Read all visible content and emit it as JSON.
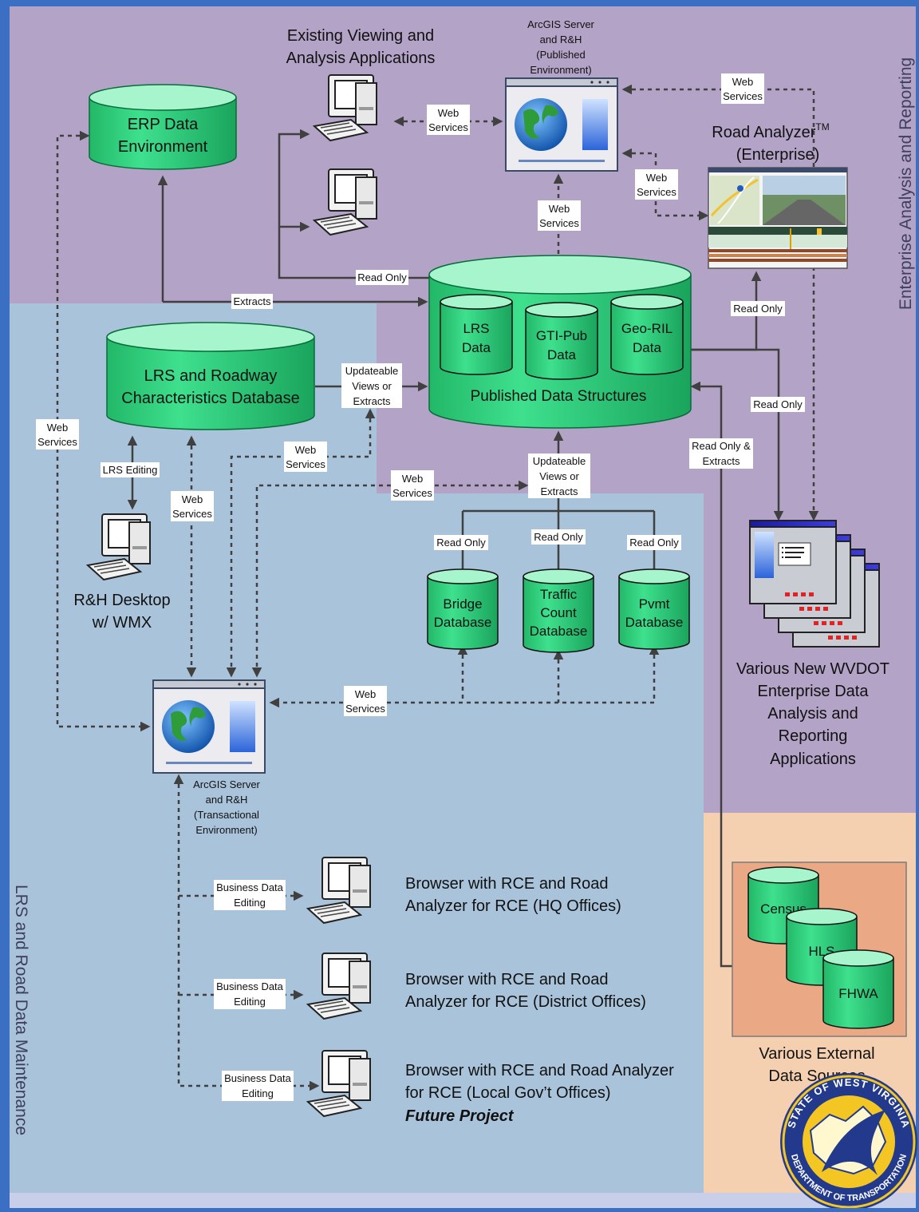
{
  "regions": {
    "enterprise": "Enterprise Analysis and Reporting",
    "maintenance": "LRS and Road Data Maintenance"
  },
  "nodes": {
    "erp": [
      "ERP Data",
      "Environment"
    ],
    "lrs_db": [
      "LRS and Roadway",
      "Characteristics Database"
    ],
    "published": "Published Data Structures",
    "lrs_data": [
      "LRS",
      "Data"
    ],
    "gti_pub": [
      "GTI-Pub",
      "Data"
    ],
    "geo_ril": [
      "Geo-RIL",
      "Data"
    ],
    "bridge": [
      "Bridge",
      "Database"
    ],
    "traffic": [
      "Traffic",
      "Count",
      "Database"
    ],
    "pvmt": [
      "Pvmt",
      "Database"
    ],
    "census": "Census",
    "hls": "HLS",
    "fhwa": "FHWA"
  },
  "titles": {
    "existing": [
      "Existing Viewing and",
      "Analysis Applications"
    ],
    "arcgis_pub": [
      "ArcGIS Server",
      "and R&H",
      "(Published",
      "Environment)"
    ],
    "road_analyzer": [
      "Road Analyzer",
      "TM",
      "(Enterprise)"
    ],
    "rh_desktop": [
      "R&H Desktop",
      "w/ WMX"
    ],
    "arcgis_trans": [
      "ArcGIS Server",
      "and R&H",
      "(Transactional",
      "Environment)"
    ],
    "new_apps": [
      "Various New WVDOT",
      "Enterprise Data",
      "Analysis and",
      "Reporting",
      "Applications"
    ],
    "external": [
      "Various External",
      "Data Sources"
    ],
    "browser_hq": [
      "Browser with RCE and Road",
      "Analyzer for RCE (HQ Offices)"
    ],
    "browser_district": [
      "Browser with RCE and Road",
      "Analyzer for RCE (District Offices)"
    ],
    "browser_local": [
      "Browser with RCE and Road Analyzer",
      "for RCE (Local Gov’t Offices)"
    ],
    "future": "Future Project"
  },
  "labels": {
    "web_services": [
      "Web",
      "Services"
    ],
    "read_only": "Read Only",
    "extracts": "Extracts",
    "lrs_editing": "LRS Editing",
    "updateable_views": [
      "Updateable",
      "Views or",
      "Extracts"
    ],
    "read_only_extracts": [
      "Read Only &",
      "Extracts"
    ],
    "business_data_editing": [
      "Business Data",
      "Editing"
    ]
  },
  "logo": {
    "top": "STATE OF WEST VIRGINIA",
    "bottom": "DEPARTMENT OF TRANSPORTATION"
  },
  "colors": {
    "enterprise_bg": "#b3a3c6",
    "maintenance_bg": "#a9c3db",
    "external_bg": "#f4cfb0",
    "cylinder_fill": "#2ed07c",
    "cylinder_top": "#a6f5cc",
    "border": "#3a6fc4"
  }
}
